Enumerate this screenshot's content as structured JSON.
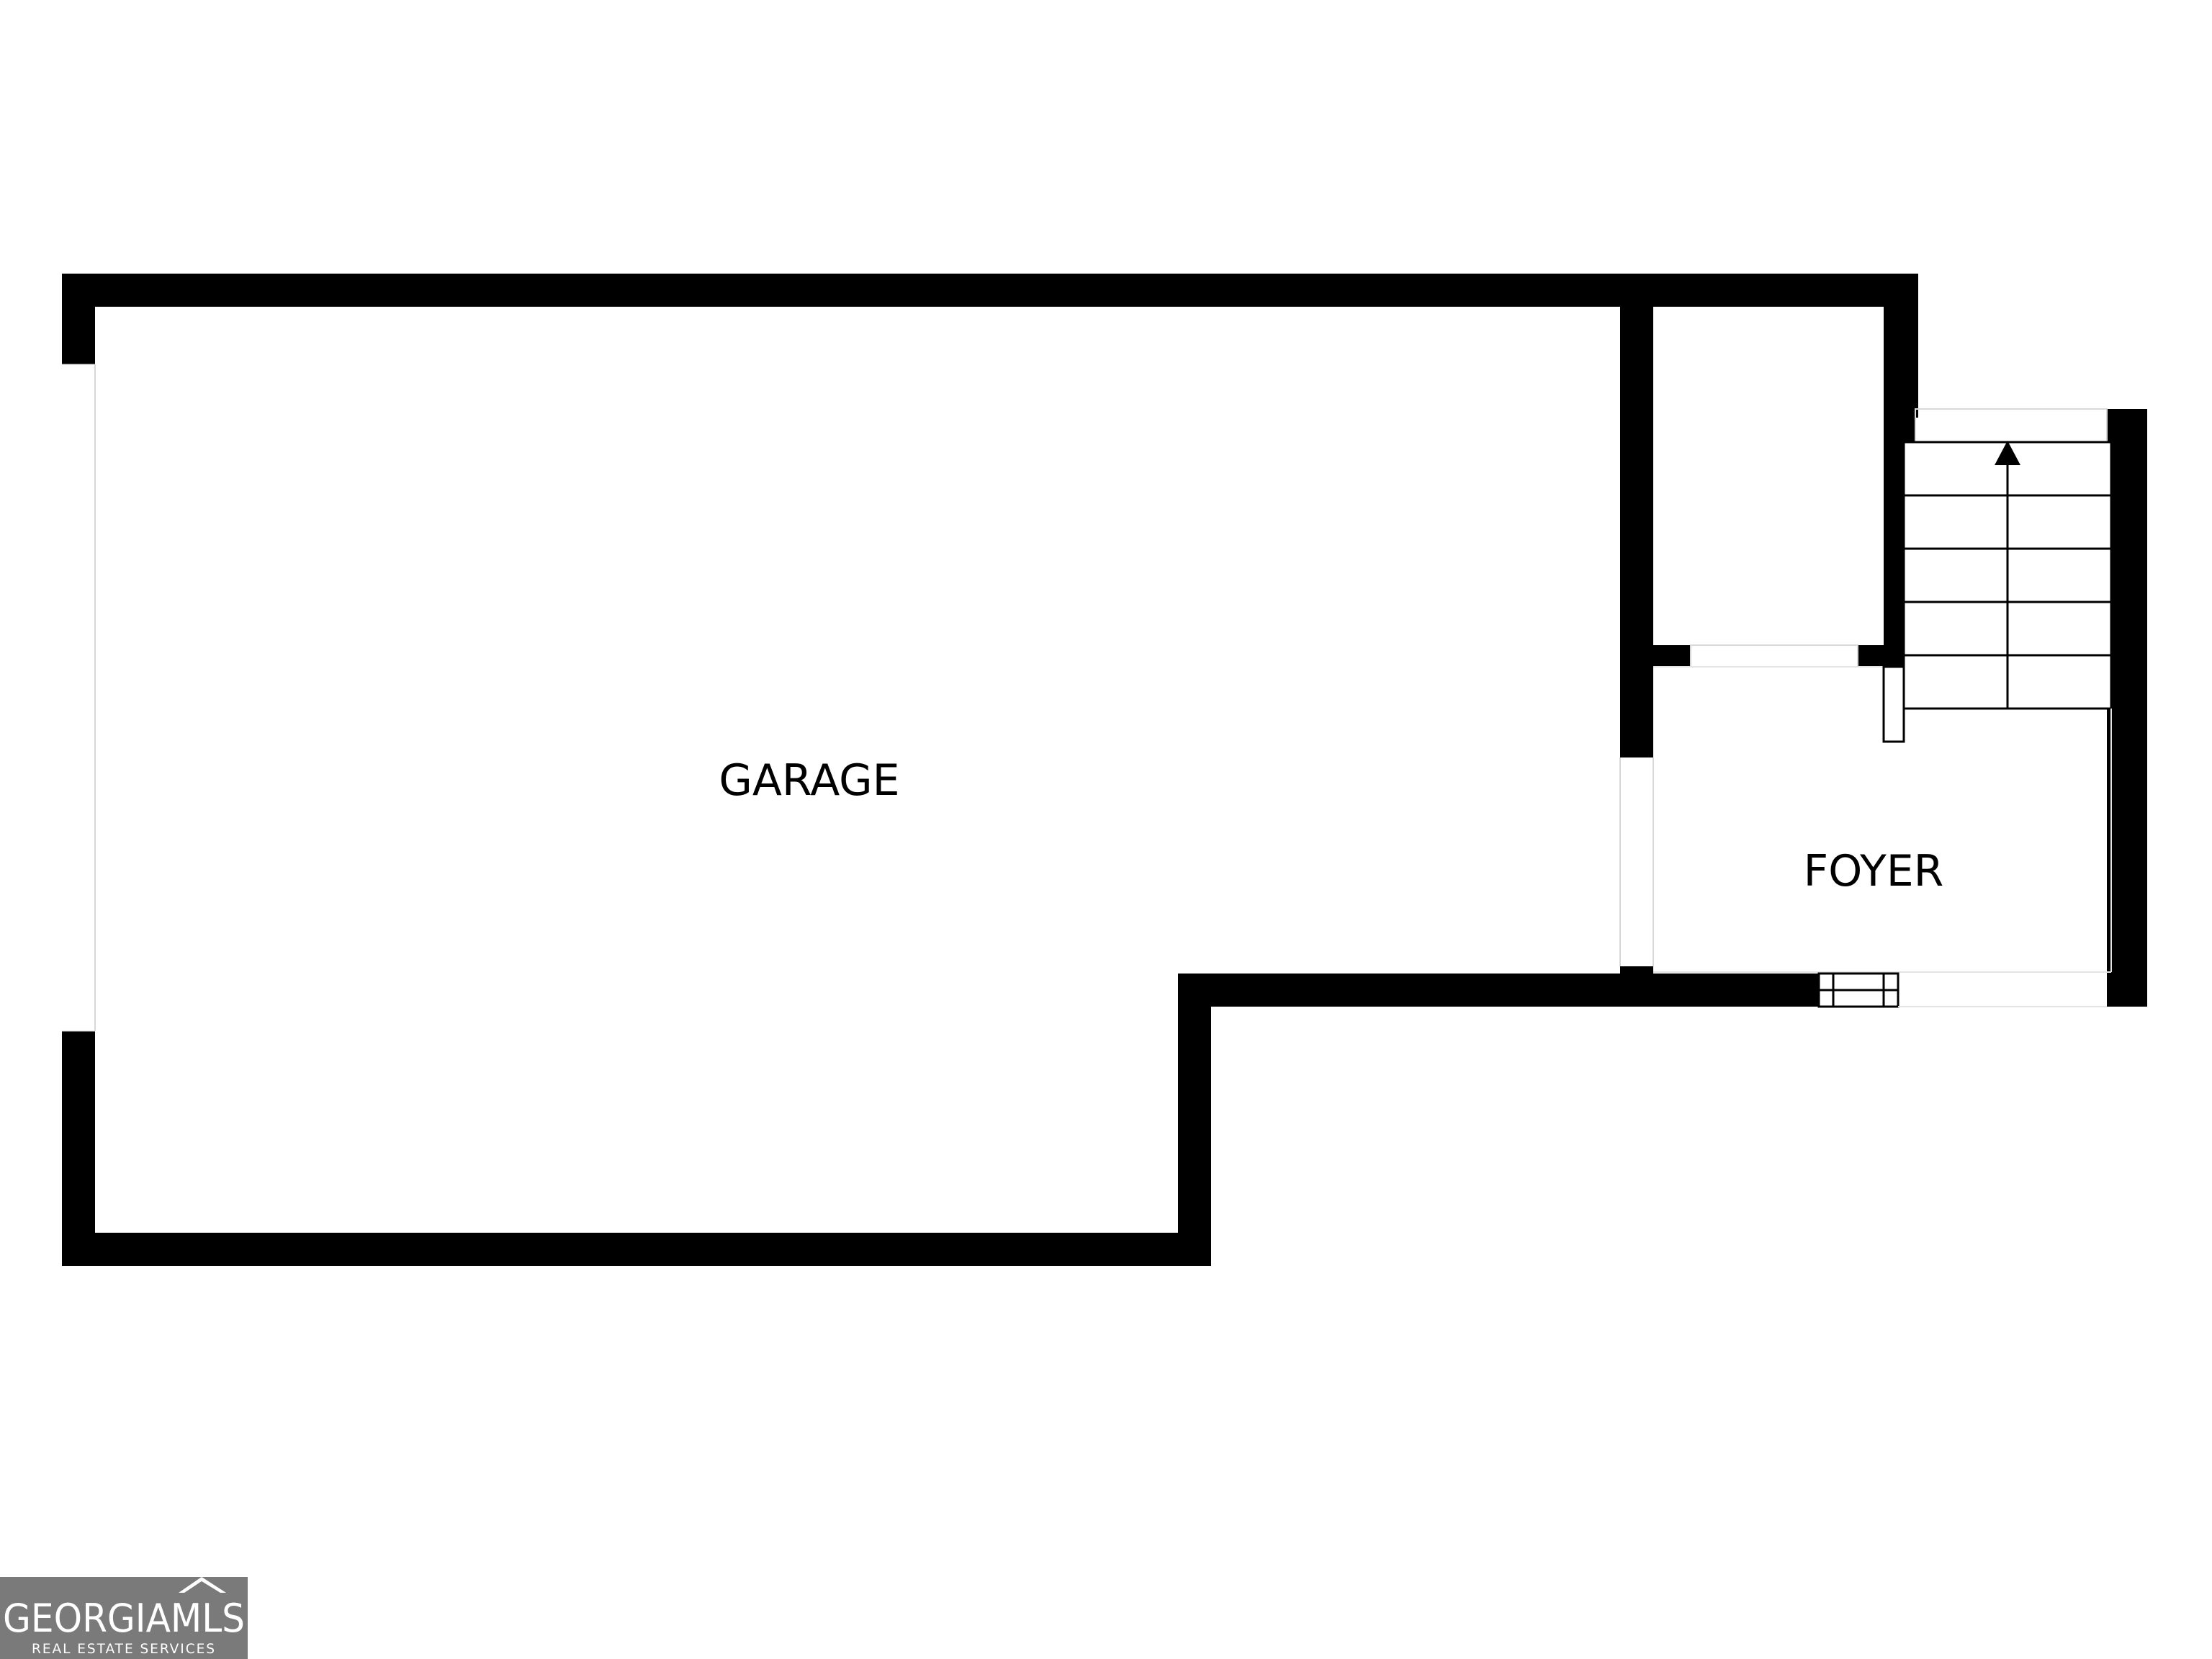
{
  "rooms": {
    "garage": "GARAGE",
    "foyer": "FOYER"
  },
  "logo": {
    "brand": "GEORGIAMLS",
    "tagline": "REAL ESTATE SERVICES",
    "background_color": "#7a7a7a"
  },
  "colors": {
    "wall": "#000000",
    "background": "#ffffff"
  },
  "icons": {
    "stairs_direction": "arrow-up-icon"
  }
}
